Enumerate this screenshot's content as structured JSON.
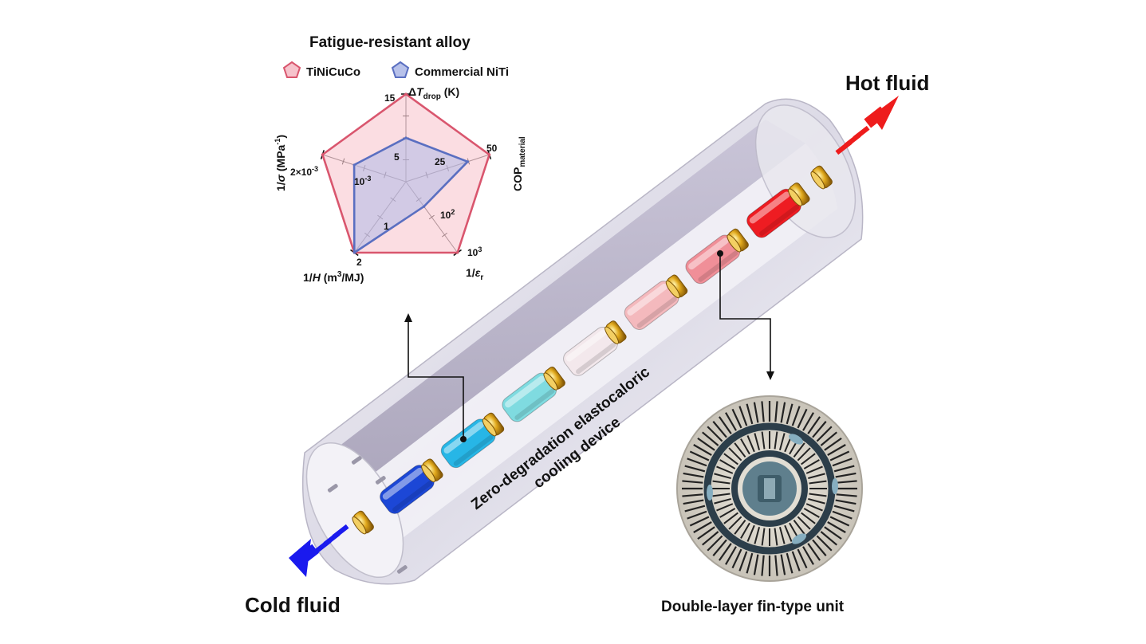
{
  "chart": {
    "title": "Fatigue-resistant alloy",
    "legend": [
      {
        "label": "TiNiCuCo",
        "color": "#d9566e"
      },
      {
        "label": "Commercial NiTi",
        "color": "#5a6fc1"
      }
    ],
    "axes": {
      "dt_drop": {
        "pre": "Δ",
        "sym": "T",
        "sub": "drop",
        "post": " (K)",
        "max": "15",
        "mid": "5"
      },
      "cop": {
        "pre": "COP",
        "sub": "material",
        "max": "50",
        "mid": "25"
      },
      "strain": {
        "pre": "1/",
        "sym": "ε",
        "sub": "r",
        "max": "10",
        "max_exp": "3",
        "mid": "10",
        "mid_exp": "2"
      },
      "hysteresis": {
        "pre": "1/",
        "sym": "H",
        "post_a": " (m",
        "post_sup": "3",
        "post_b": "/MJ)",
        "max": "2",
        "mid": "1"
      },
      "stress": {
        "pre": "1/",
        "sym": "σ",
        "post_a": " (MPa",
        "post_sup": "-1",
        "post_b": ")",
        "max": "2×10",
        "max_exp": "-3",
        "mid": "10",
        "mid_exp": "-3"
      }
    }
  },
  "chart_data": {
    "type": "radar",
    "title": "Fatigue-resistant alloy",
    "axes": [
      "ΔT_drop (K)",
      "COP_material",
      "1/ε_r",
      "1/H (m3/MJ)",
      "1/σ (MPa-1)"
    ],
    "axis_max_labels": [
      "15",
      "50",
      "10^3",
      "2",
      "2×10^-3"
    ],
    "axis_mid_labels": [
      "5",
      "25",
      "10^2",
      "1",
      "10^-3"
    ],
    "series": [
      {
        "name": "TiNiCuCo",
        "normalized": [
          1.0,
          1.0,
          1.0,
          1.0,
          1.0
        ]
      },
      {
        "name": "Commercial NiTi",
        "normalized": [
          0.5,
          0.74,
          0.35,
          1.0,
          0.62
        ]
      }
    ],
    "grid": false,
    "legend": "top"
  },
  "labels": {
    "hot": "Hot fluid",
    "cold": "Cold fluid",
    "device_line1": "Zero-degradation elastocaloric",
    "device_line2": "cooling device",
    "unit": "Double-layer fin-type unit"
  },
  "colors": {
    "hot": "#ee1c1c",
    "cold": "#1a1aee",
    "segments": [
      "#1c47d6",
      "#27b6e6",
      "#7fdbe0",
      "#f3e8ec",
      "#f4b9bd",
      "#f08f98",
      "#ee1c22"
    ]
  }
}
